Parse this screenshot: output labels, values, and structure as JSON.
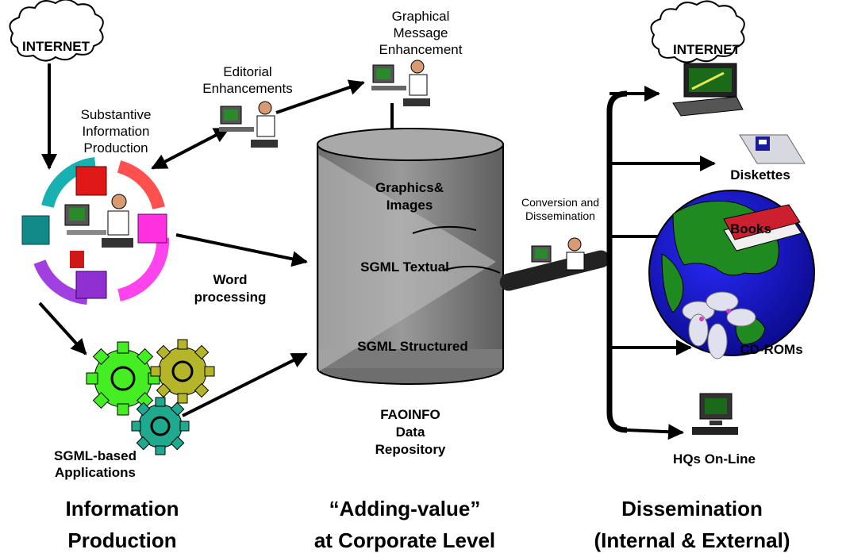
{
  "clouds": {
    "left_label": "INTERNET",
    "right_label": "INTERNET"
  },
  "production": {
    "substantive": [
      "Substantive",
      "Information",
      "Production"
    ],
    "editorial": [
      "Editorial",
      "Enhancements"
    ],
    "graphical": [
      "Graphical",
      "Message",
      "Enhancement"
    ],
    "word_processing": [
      "Word",
      "processing"
    ],
    "sgml_apps": [
      "SGML-based",
      "Applications"
    ]
  },
  "repository": {
    "graphics": [
      "Graphics&",
      "Images"
    ],
    "sgml_textual": "SGML Textual",
    "sgml_structured": "SGML Structured",
    "name": [
      "FAOINFO",
      "Data",
      "Repository"
    ]
  },
  "dissemination": {
    "conversion": [
      "Conversion and",
      "Dissemination"
    ],
    "diskettes": "Diskettes",
    "books": "Books",
    "cdroms": "CD-ROMs",
    "hqs": "HQs On-Line"
  },
  "columns": {
    "left": [
      "Information",
      "Production"
    ],
    "middle": [
      "“Adding-value”",
      "at Corporate Level"
    ],
    "right": [
      "Dissemination",
      "(Internal & External)"
    ]
  },
  "colors": {
    "cylinder": "#8a8a8a",
    "globe_ocean": "#1a1acd",
    "globe_land": "#1f8a1f",
    "gear_green": "#44ee22",
    "gear_olive": "#b5b52a",
    "gear_teal": "#1fa98f",
    "book": "#cc2030"
  }
}
